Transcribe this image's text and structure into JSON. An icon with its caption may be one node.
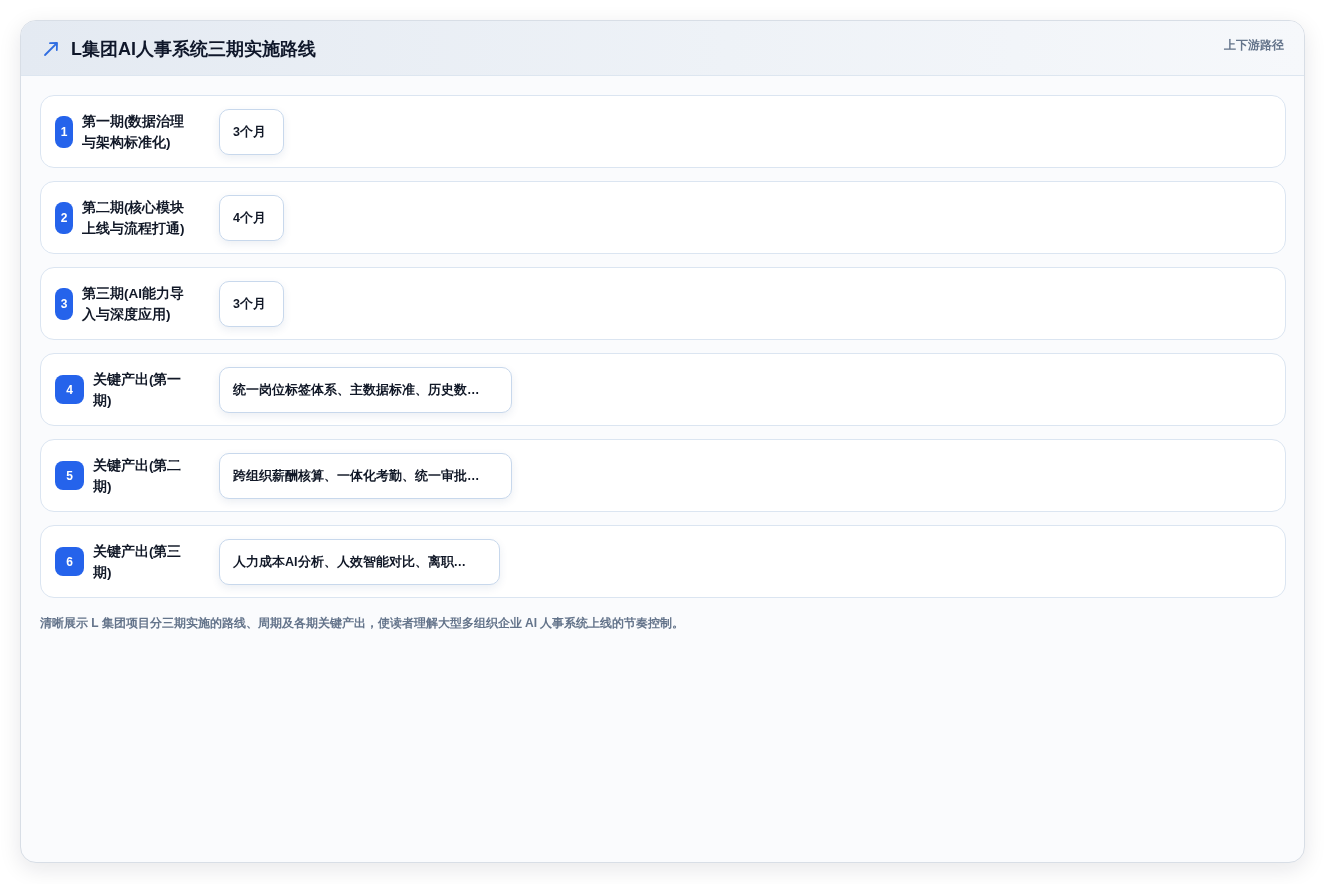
{
  "diagram": {
    "title": "L集团AI人事系统三期实施路线",
    "caption": "清晰展示 L 集团项目分三期实施的路线、周期及各期关键产出，使读者理解大型多组织企业 AI 人事系统上线的节奏控制。",
    "nodes": [
      {
        "text": [
          "第一期(数据治理与架构标准化)"
        ]
      },
      {
        "text": [
          "1"
        ],
        "in": 0
      },
      {
        "text": [
          "3个月"
        ],
        "in": 0
      },
      {
        "text": [
          "第二期(核心模块上线与流程打通)"
        ]
      },
      {
        "text": [
          "2"
        ],
        "in": 3
      },
      {
        "text": [
          "4个月"
        ],
        "in": 3
      },
      {
        "text": [
          "第三期(AI能力导入与深度应用)"
        ]
      },
      {
        "text": [
          "3"
        ],
        "in": 6
      },
      {
        "text": [
          "3个月"
        ],
        "in": 6
      },
      {
        "text": [
          "关键产出(第一期)"
        ]
      },
      {
        "text": [
          "4"
        ],
        "in": 9
      },
      {
        "text": [
          "统一岗位标签体系、主数据标准、历史数…"
        ],
        "in": 9
      },
      {
        "text": [
          "关键产出(第二期)"
        ]
      },
      {
        "text": [
          "5"
        ],
        "in": 12
      },
      {
        "text": [
          "跨组织薪酬核算、一体化考勤、统一审批…"
        ],
        "in": 12
      },
      {
        "text": [
          "关键产出(第三期)"
        ]
      },
      {
        "text": [
          "6"
        ],
        "in": 15
      },
      {
        "text": [
          "人力成本AI分析、人效智能对比、离职…"
        ],
        "in": 15
      }
    ],
    "labels": [
      "上下游路径"
    ]
  }
}
